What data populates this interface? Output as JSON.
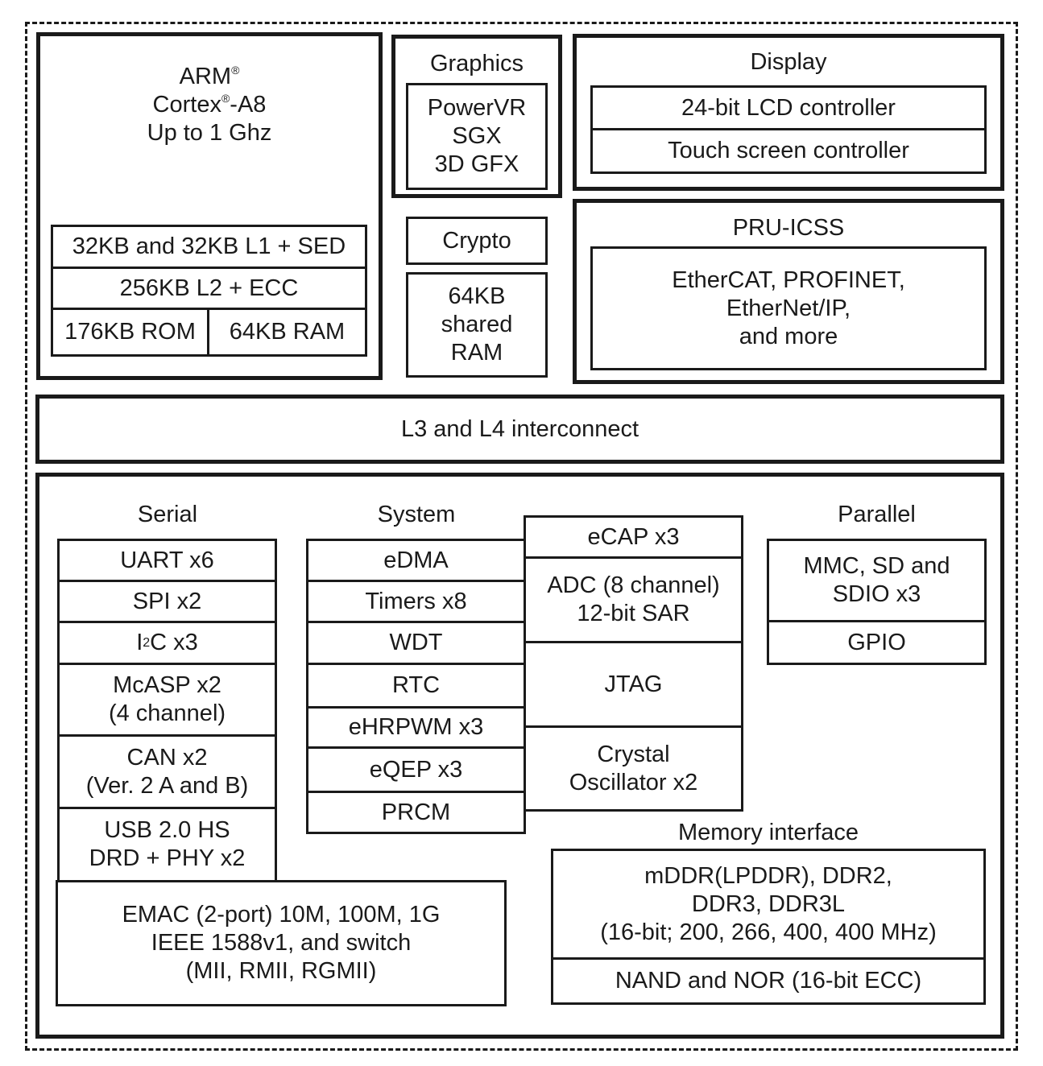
{
  "cpu": {
    "arm": "ARM",
    "reg_mark": "®",
    "cortex": "Cortex",
    "a8": "-A8",
    "speed": "Up to 1 Ghz",
    "l1": "32KB and 32KB L1 + SED",
    "l2": "256KB L2  + ECC",
    "rom": "176KB ROM",
    "ram": "64KB RAM"
  },
  "graphics": {
    "title": "Graphics",
    "gpu": "PowerVR\nSGX\n3D GFX"
  },
  "crypto": {
    "label": "Crypto"
  },
  "shared_ram": {
    "label": "64KB\nshared\nRAM"
  },
  "display": {
    "title": "Display",
    "lcd": "24-bit LCD controller",
    "touch": "Touch screen controller"
  },
  "pru": {
    "title": "PRU-ICSS",
    "protocols": "EtherCAT, PROFINET,\nEtherNet/IP,\nand more"
  },
  "interconnect": {
    "label": "L3 and L4 interconnect"
  },
  "serial": {
    "title": "Serial",
    "uart": "UART x6",
    "spi": "SPI x2",
    "i2c_i": "I",
    "i2c_sup": "2",
    "i2c_rest": "C x3",
    "mcasp": "McASP x2\n(4 channel)",
    "can": "CAN x2\n(Ver. 2 A and B)",
    "usb": "USB 2.0 HS\nDRD + PHY x2",
    "emac": "EMAC (2-port) 10M, 100M, 1G\nIEEE 1588v1, and switch\n(MII, RMII, RGMII)"
  },
  "system": {
    "title": "System",
    "items": [
      "eDMA",
      "Timers x8",
      "WDT",
      "RTC",
      "eHRPWM x3",
      "eQEP x3",
      "PRCM"
    ],
    "ecap": "eCAP x3",
    "adc": "ADC (8 channel)\n12-bit SAR",
    "jtag": "JTAG",
    "crystal": "Crystal\nOscillator x2"
  },
  "parallel": {
    "title": "Parallel",
    "mmc": "MMC, SD and\nSDIO x3",
    "gpio": "GPIO"
  },
  "memory": {
    "title": "Memory interface",
    "ddr": "mDDR(LPDDR), DDR2,\nDDR3, DDR3L\n(16-bit; 200, 266, 400, 400 MHz)",
    "nand": "NAND and NOR (16-bit ECC)"
  }
}
